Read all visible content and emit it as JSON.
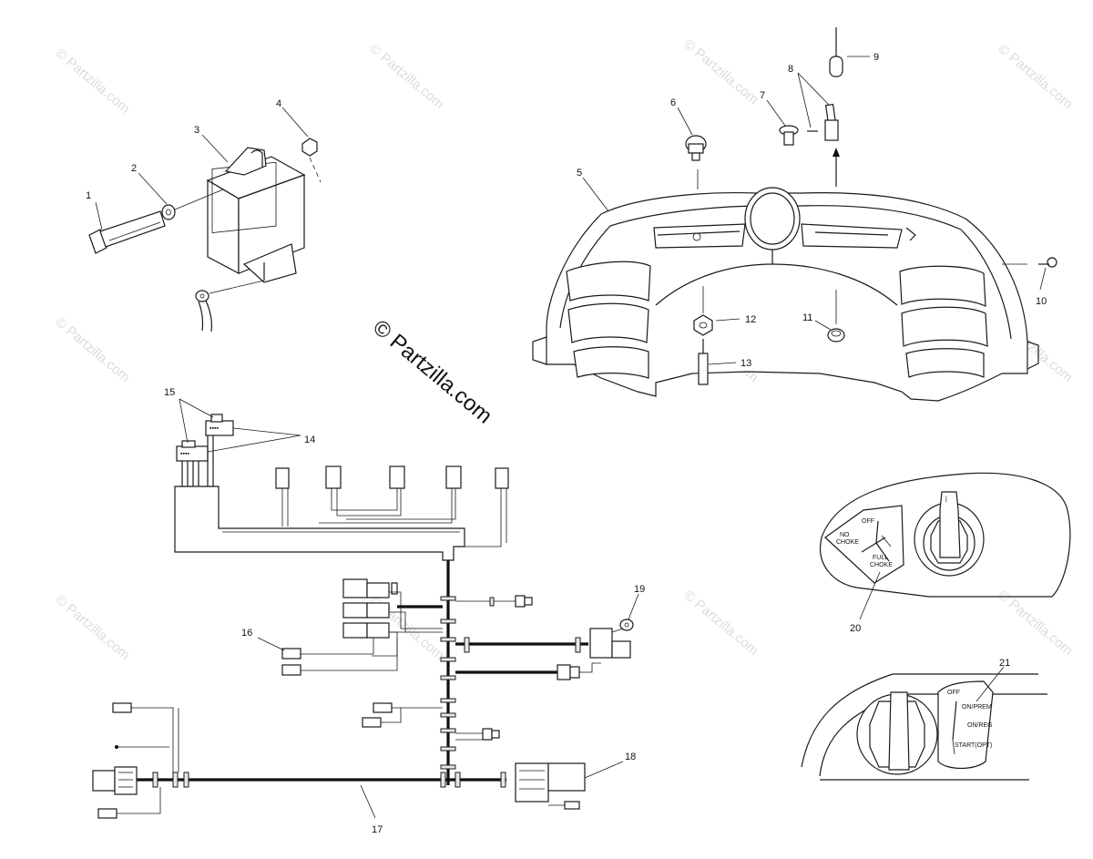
{
  "watermark": {
    "small_text": "© Partzilla.com",
    "big_text": "© Partzilla.com"
  },
  "callouts": [
    "1",
    "2",
    "3",
    "4",
    "5",
    "6",
    "7",
    "8",
    "9",
    "10",
    "11",
    "12",
    "13",
    "14",
    "15",
    "16",
    "17",
    "18",
    "19",
    "20",
    "21"
  ],
  "choke_label": {
    "off": "OFF",
    "no_choke_1": "NO",
    "no_choke_2": "CHOKE",
    "full_choke_1": "FULL",
    "full_choke_2": "CHOKE"
  },
  "key_label": {
    "off": "OFF",
    "on_prem": "ON/PREM",
    "on_reg": "ON/REG",
    "start": "START(OPT)"
  },
  "colors": {
    "line": "#1a1a1a",
    "watermark": "#dcdcdc",
    "background": "#ffffff"
  }
}
